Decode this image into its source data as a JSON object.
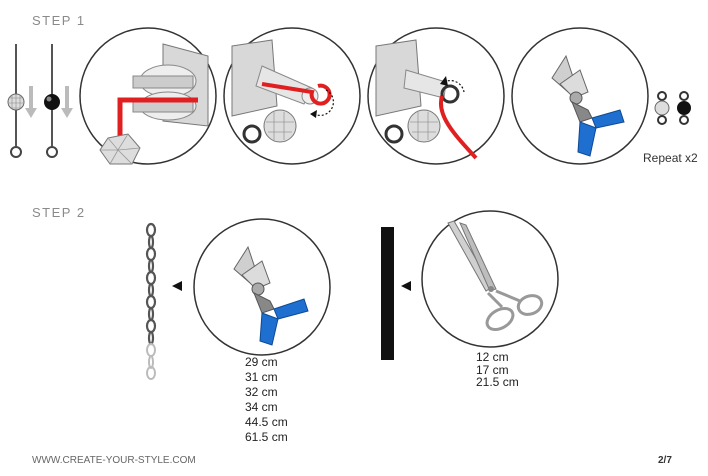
{
  "step1": {
    "title": "STEP 1",
    "repeat_label": "Repeat x2"
  },
  "step2": {
    "title": "STEP 2",
    "chain_lengths": [
      "29 cm",
      "31 cm",
      "32 cm",
      "34 cm",
      "44.5 cm",
      "61.5 cm"
    ],
    "cord_lengths": [
      "12 cm",
      "17 cm",
      "21.5 cm"
    ]
  },
  "footer": {
    "website": "WWW.CREATE-YOUR-STYLE.COM",
    "page_number": "2/7"
  },
  "colors": {
    "accent_red": "#e02020",
    "tool_blue": "#1e6fd0",
    "metal": "#9a9a9a"
  },
  "icons": [
    "eye-pin-icon",
    "bead-icon",
    "round-nose-pliers-icon",
    "wire-cutter-icon",
    "scissors-icon",
    "chain-icon",
    "arrow-left-icon"
  ]
}
